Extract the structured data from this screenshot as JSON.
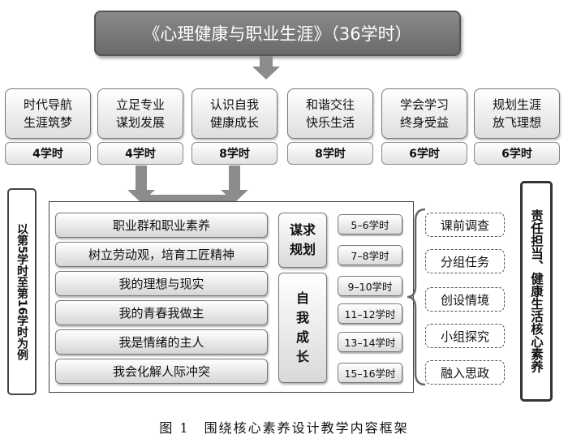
{
  "title": "《心理健康与职业生涯》（36学时）",
  "units": [
    {
      "name": "时代导航\n生涯筑梦",
      "hours": "4学时"
    },
    {
      "name": "立足专业\n谋划发展",
      "hours": "4学时"
    },
    {
      "name": "认识自我\n健康成长",
      "hours": "8学时"
    },
    {
      "name": "和谐交往\n快乐生活",
      "hours": "8学时"
    },
    {
      "name": "学会学习\n终身受益",
      "hours": "6学时"
    },
    {
      "name": "规划生涯\n放飞理想",
      "hours": "6学时"
    }
  ],
  "left_note": "以第5学时至第16学时为例",
  "topics": [
    "职业群和职业素养",
    "树立劳动观，培育工匠精神",
    "我的理想与现实",
    "我的青春我做主",
    "我是情绪的主人",
    "我会化解人际冲突"
  ],
  "phases": [
    {
      "label": "谋求\n规划"
    },
    {
      "label": "自\n我\n成\n长"
    }
  ],
  "hour_ranges": [
    "5–6学时",
    "7–8学时",
    "9–10学时",
    "11–12学时",
    "13–14学时",
    "15–16学时"
  ],
  "methods": [
    "课前调查",
    "分组任务",
    "创设情境",
    "小组探究",
    "融入思政"
  ],
  "right_note": "责任担当、健康生活核心素养",
  "caption": "图 1　围绕核心素养设计教学内容框架"
}
